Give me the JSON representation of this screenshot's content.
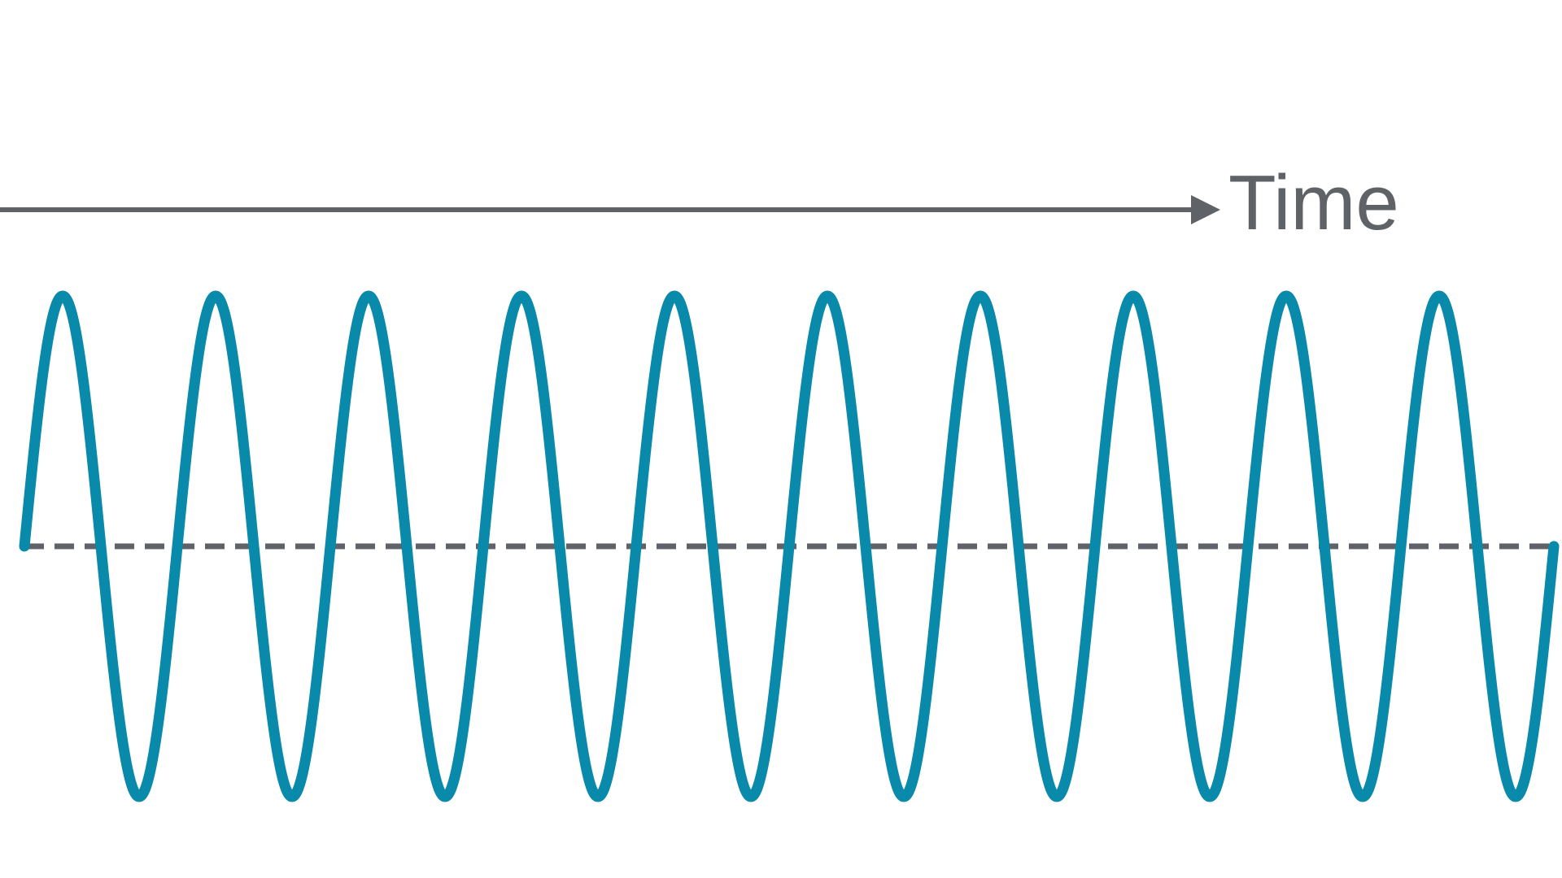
{
  "time_axis": {
    "label": "Time",
    "color": "#5f6368"
  },
  "wave": {
    "color": "#0a8aab",
    "cycles": 10,
    "shape": "sine"
  },
  "baseline": {
    "style": "dashed",
    "color": "#5f6368"
  }
}
